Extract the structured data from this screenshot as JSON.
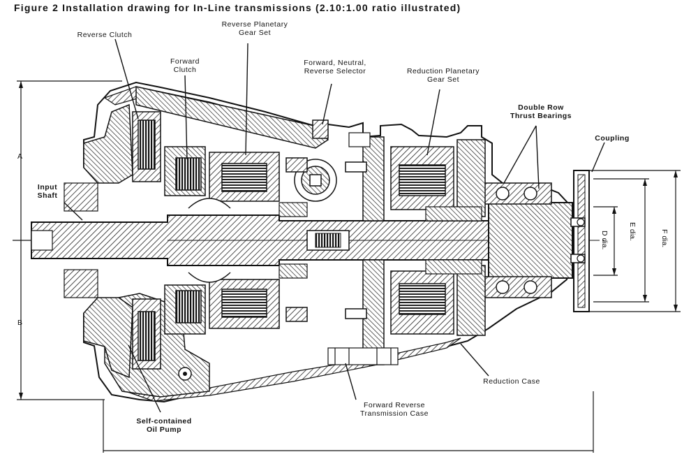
{
  "figure": {
    "title": "Figure 2 Installation drawing for In-Line transmissions (2.10:1.00 ratio illustrated)"
  },
  "labels": {
    "reverse_clutch": "Reverse Clutch",
    "reverse_planetary_line1": "Reverse Planetary",
    "reverse_planetary_line2": "Gear Set",
    "forward_clutch_line1": "Forward",
    "forward_clutch_line2": "Clutch",
    "selector_line1": "Forward, Neutral,",
    "selector_line2": "Reverse Selector",
    "reduction_planetary_line1": "Reduction Planetary",
    "reduction_planetary_line2": "Gear Set",
    "thrust_line1": "Double Row",
    "thrust_line2": "Thrust Bearings",
    "coupling": "Coupling",
    "input_line1": "Input",
    "input_line2": "Shaft",
    "oil_pump_line1": "Self-contained",
    "oil_pump_line2": "Oil Pump",
    "fr_case_line1": "Forward Reverse",
    "fr_case_line2": "Transmission Case",
    "reduction_case": "Reduction Case"
  },
  "dimensions": {
    "a": "A",
    "b": "B",
    "e_dia": "E dia.",
    "d_dia": "D dia.",
    "f_dia": "F dia."
  }
}
